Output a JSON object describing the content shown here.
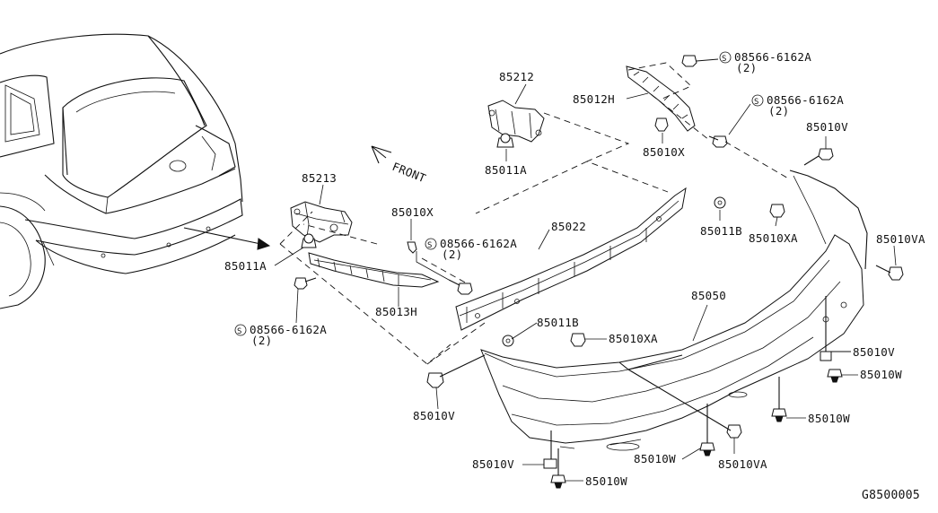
{
  "diagram_code": "G8500005",
  "front_label": "FRONT",
  "callouts": {
    "c85212": "85212",
    "c85012H": "85012H",
    "c85010X_top": "85010X",
    "c85011A_top": "85011A",
    "c08566_tr1": "08566-6162A",
    "c08566_tr1_qty": "(2)",
    "c08566_tr2": "08566-6162A",
    "c08566_tr2_qty": "(2)",
    "c85010V_tr": "85010V",
    "c85213": "85213",
    "c85010X_mid": "85010X",
    "c08566_mid": "08566-6162A",
    "c08566_mid_qty": "(2)",
    "c85022": "85022",
    "c85011B_right": "85011B",
    "c85010XA_right": "85010XA",
    "c85010VA_right": "85010VA",
    "c85011A_left": "85011A",
    "c85013H": "85013H",
    "c08566_left": "08566-6162A",
    "c08566_left_qty": "(2)",
    "c85011B_mid": "85011B",
    "c85010XA_mid": "85010XA",
    "c85050": "85050",
    "c85010V_right": "85010V",
    "c85010W_right1": "85010W",
    "c85010W_right2": "85010W",
    "c85010V_left": "85010V",
    "c85010V_bottom": "85010V",
    "c85010W_bottom1": "85010W",
    "c85010VA_bottom": "85010VA",
    "c85010W_bottom2": "85010W",
    "symbol_s": "S"
  }
}
